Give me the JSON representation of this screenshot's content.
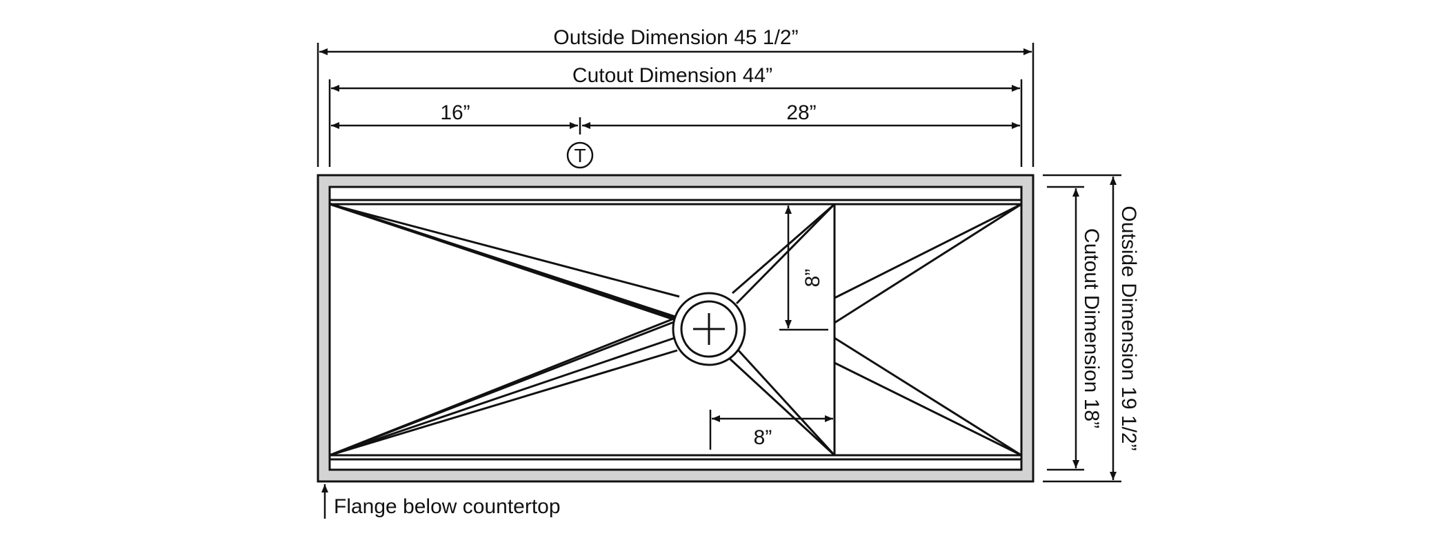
{
  "colors": {
    "line": "#111111",
    "flange_fill": "#d3d3d3",
    "background": "#ffffff"
  },
  "labels": {
    "outside_width": "Outside Dimension 45 1/2”",
    "cutout_width": "Cutout Dimension 44”",
    "left_segment": "16”",
    "right_segment": "28”",
    "faucet_marker": "T",
    "outside_height": "Outside Dimension 19 1/2”",
    "cutout_height": "Cutout Dimension 18”",
    "drain_vertical_offset": "8”",
    "drain_horizontal_offset": "8”",
    "flange_note": "Flange below countertop"
  },
  "icons": {
    "drain": "drain-cross-icon",
    "faucet": "circled-t-icon"
  }
}
